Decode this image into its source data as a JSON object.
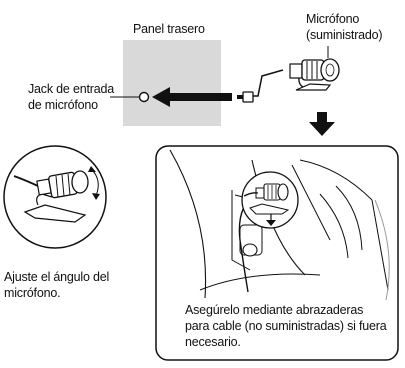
{
  "labels": {
    "rear_panel": "Panel trasero",
    "microphone": "Micrófono",
    "microphone_supplied": "(suministrado)",
    "mic_jack_line1": "Jack de entrada",
    "mic_jack_line2": "de micrófono",
    "adjust_line1": "Ajuste el ángulo del",
    "adjust_line2": "micrófono.",
    "secure_line1": "Asegúrelo mediante abrazaderas",
    "secure_line2": "para cable (no suministradas) si fuera",
    "secure_line3": "necesario."
  },
  "colors": {
    "panel_fill": "#d9d9d9",
    "ink": "#111111",
    "grey": "#9a9a9a"
  }
}
